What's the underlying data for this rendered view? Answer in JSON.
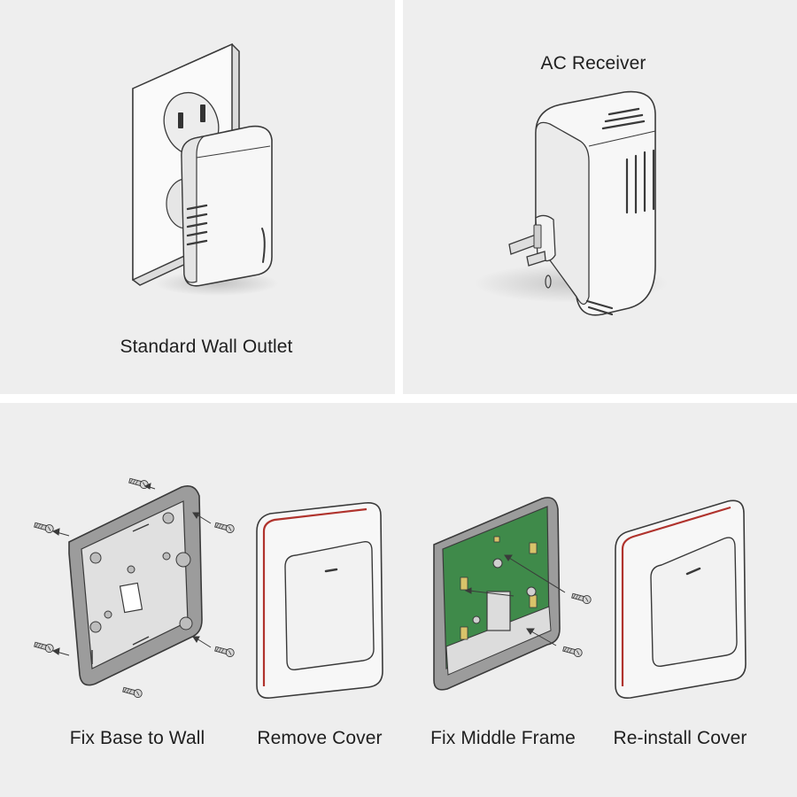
{
  "panels": {
    "outlet": {
      "caption": "Standard Wall Outlet"
    },
    "receiver": {
      "caption": "AC Receiver"
    }
  },
  "steps": [
    {
      "caption": "Fix Base to Wall"
    },
    {
      "caption": "Remove Cover"
    },
    {
      "caption": "Fix Middle Frame"
    },
    {
      "caption": "Re-install Cover"
    }
  ],
  "colors": {
    "background": "#eeeeee",
    "divider": "#ffffff",
    "device_white": "#f7f7f7",
    "outline": "#3a3a3a",
    "frame_gray": "#a9a9a9",
    "accent_red": "#b0332d",
    "pcb_green": "#3f8a4a",
    "pad_gold": "#d9c36a"
  }
}
